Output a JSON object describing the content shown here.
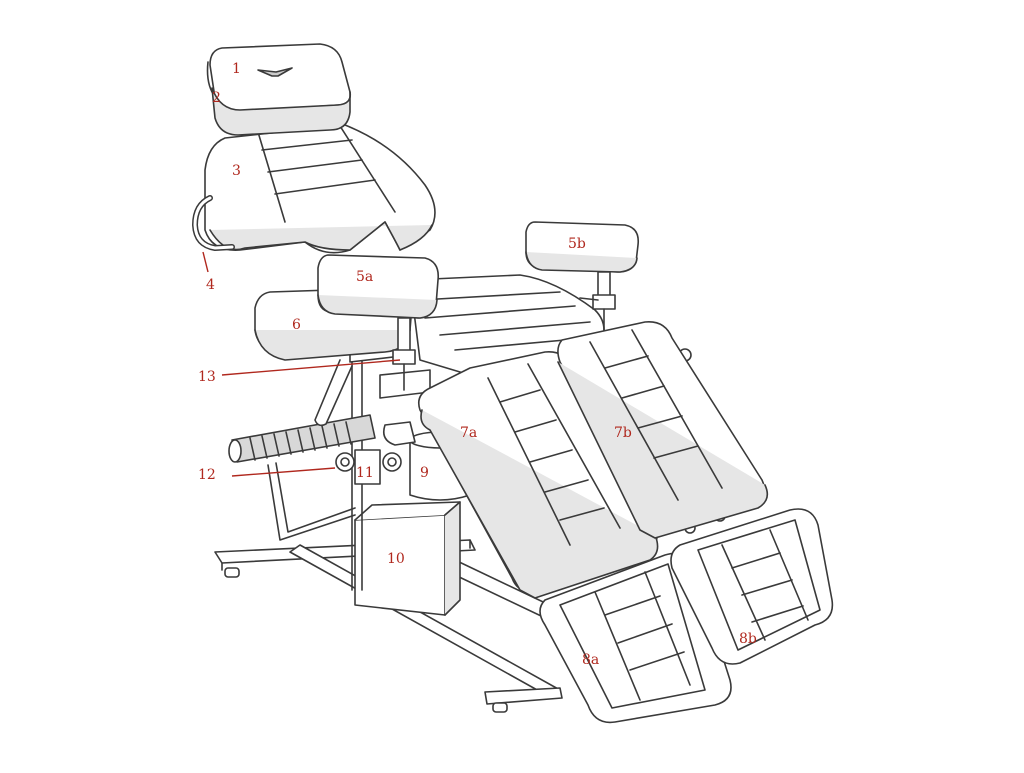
{
  "colors": {
    "line": "#3a3a3a",
    "fill": "#ffffff",
    "shade": "#e6e6e6",
    "label": "#b0281e",
    "leader": "#b0281e"
  },
  "labels": {
    "l1": "1",
    "l2": "2",
    "l3": "3",
    "l4": "4",
    "l5a": "5a",
    "l5b": "5b",
    "l6": "6",
    "l7a": "7a",
    "l7b": "7b",
    "l8a": "8a",
    "l8b": "8b",
    "l9": "9",
    "l10": "10",
    "l11": "11",
    "l12": "12",
    "l13": "13"
  }
}
